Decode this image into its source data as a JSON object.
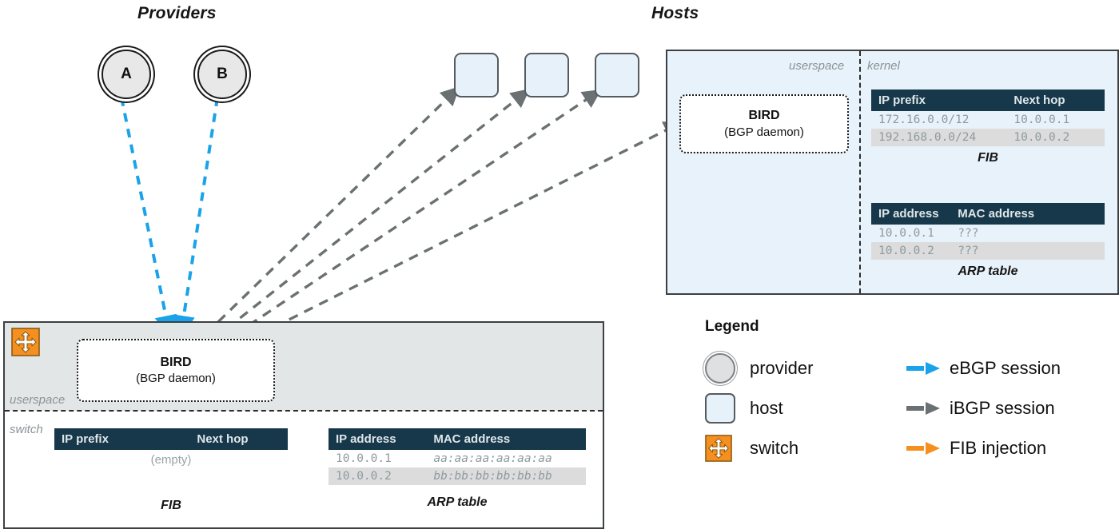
{
  "titles": {
    "providers": "Providers",
    "hosts": "Hosts"
  },
  "providers": [
    {
      "label": "A"
    },
    {
      "label": "B"
    }
  ],
  "mini_hosts": [
    {
      "name": "host-box-1"
    },
    {
      "name": "host-box-2"
    },
    {
      "name": "host-box-3"
    }
  ],
  "host": {
    "zone_userspace": "userspace",
    "zone_kernel": "kernel",
    "bird": {
      "name": "BIRD",
      "subtitle": "(BGP daemon)"
    },
    "fib": {
      "caption": "FIB",
      "columns": [
        "IP prefix",
        "Next hop"
      ],
      "rows": [
        [
          "172.16.0.0/12",
          "10.0.0.1"
        ],
        [
          "192.168.0.0/24",
          "10.0.0.2"
        ]
      ]
    },
    "arp": {
      "caption": "ARP table",
      "columns": [
        "IP address",
        "MAC address"
      ],
      "rows": [
        [
          "10.0.0.1",
          "???"
        ],
        [
          "10.0.0.2",
          "???"
        ]
      ]
    }
  },
  "switch": {
    "icon": "switch-icon",
    "zone_userspace": "userspace",
    "zone_switch": "switch",
    "bird": {
      "name": "BIRD",
      "subtitle": "(BGP daemon)"
    },
    "fib": {
      "caption": "FIB",
      "columns": [
        "IP prefix",
        "Next hop"
      ],
      "empty_text": "(empty)",
      "rows": []
    },
    "arp": {
      "caption": "ARP table",
      "columns": [
        "IP address",
        "MAC address"
      ],
      "rows": [
        [
          "10.0.0.1",
          "aa:aa:aa:aa:aa:aa"
        ],
        [
          "10.0.0.2",
          "bb:bb:bb:bb:bb:bb"
        ]
      ]
    }
  },
  "legend": {
    "title": "Legend",
    "shapes": [
      {
        "icon": "provider-circle-icon",
        "label": "provider"
      },
      {
        "icon": "host-square-icon",
        "label": "host"
      },
      {
        "icon": "switch-icon",
        "label": "switch"
      }
    ],
    "lines": [
      {
        "icon": "arrow-icon",
        "label": "eBGP session",
        "color": "#1aa3e8"
      },
      {
        "icon": "arrow-icon",
        "label": "iBGP session",
        "color": "#6b7173"
      },
      {
        "icon": "arrow-icon",
        "label": "FIB injection",
        "color": "#f59020"
      }
    ]
  },
  "colors": {
    "ebgp": "#1aa3e8",
    "ibgp": "#6b7173",
    "fib_injection": "#f59020",
    "table_header": "#16384a",
    "host_fill": "#e8f2fa",
    "switch_fill": "#e3e6e6",
    "switch_icon": "#f59020"
  }
}
